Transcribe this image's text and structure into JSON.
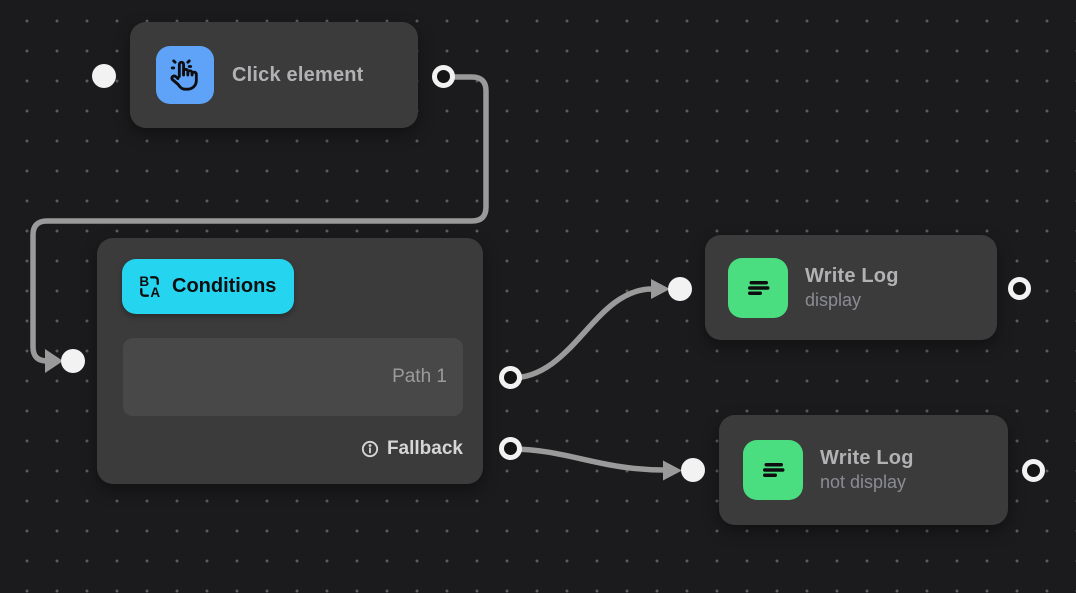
{
  "canvas": {
    "background": "#1b1b1d",
    "dot_color": "#5c5c60",
    "edge_color": "#9a9a9a",
    "node_background": "#3b3b3b"
  },
  "nodes": {
    "click_element": {
      "title": "Click element",
      "icon": "hand-click-icon",
      "icon_bg": "#5fa3f8"
    },
    "conditions": {
      "label": "Conditions",
      "icon": "ab-conditions-icon",
      "icon_bg": "#25d4ee",
      "path_label": "Path 1",
      "fallback_label": "Fallback",
      "fallback_icon": "info-icon"
    },
    "write_log_display": {
      "title": "Write Log",
      "subtitle": "display",
      "icon": "log-lines-icon",
      "icon_bg": "#4ade80"
    },
    "write_log_not_display": {
      "title": "Write Log",
      "subtitle": "not display",
      "icon": "log-lines-icon",
      "icon_bg": "#4ade80"
    }
  }
}
